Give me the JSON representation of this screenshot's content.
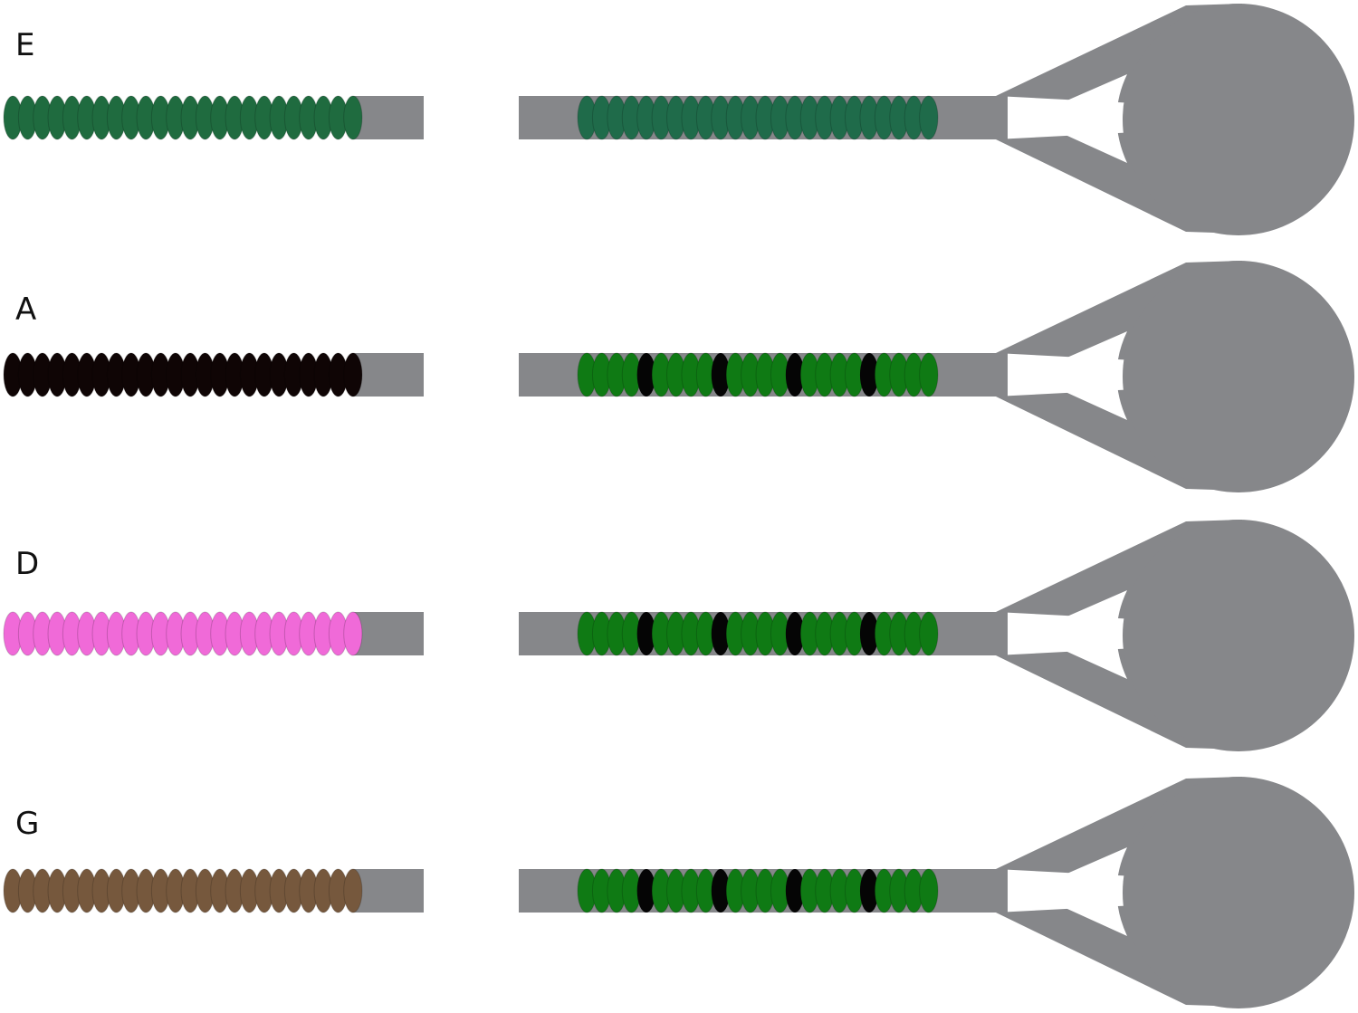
{
  "colors": {
    "rod": "#86878a",
    "white": "#ffffff",
    "dark": "#0a0a0a"
  },
  "rows": [
    {
      "label": "E",
      "left_bead_color": "#1f6b3f",
      "right_bead_color": "#1f6b4a",
      "right_marker_color": null,
      "left_bead_count": 24,
      "right_segments": [
        24
      ],
      "right_markers": [],
      "marker_style": "none"
    },
    {
      "label": "A",
      "left_bead_color": "#0f0505",
      "right_bead_color": "#0f7a14",
      "right_marker_color": "#050505",
      "left_bead_count": 24,
      "right_segments": [
        4,
        4,
        4,
        4,
        4
      ],
      "right_markers": [
        1,
        1,
        1,
        1
      ],
      "marker_style": "plain"
    },
    {
      "label": "D",
      "left_bead_color": "#f06ad8",
      "right_bead_color": "#0f7a14",
      "right_marker_color": "#050505",
      "left_bead_count": 24,
      "right_segments": [
        4,
        4,
        4,
        4,
        4
      ],
      "right_markers": [
        1,
        1,
        1,
        1
      ],
      "marker_style": "arrow"
    },
    {
      "label": "G",
      "left_bead_color": "#76583d",
      "right_bead_color": "#0f7a14",
      "right_marker_color": "#050505",
      "left_bead_count": 24,
      "right_segments": [
        4,
        4,
        4,
        4,
        4
      ],
      "right_markers": [
        1,
        1,
        1,
        1
      ],
      "marker_style": "plain"
    }
  ]
}
